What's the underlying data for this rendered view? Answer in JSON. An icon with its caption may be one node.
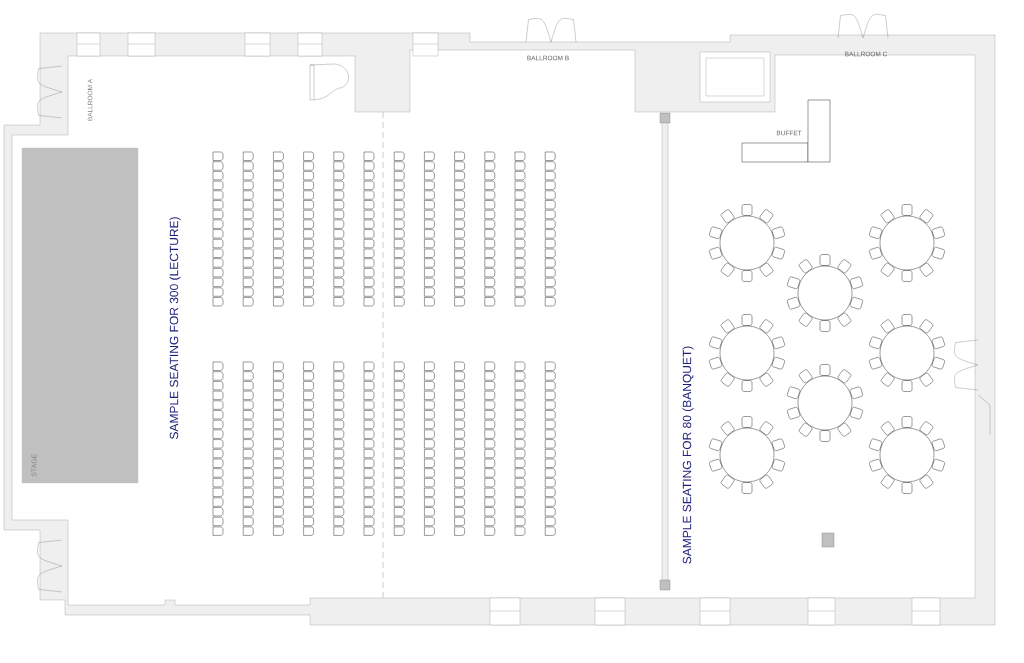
{
  "diagram": {
    "nodes": [
      {
        "text": [
          "STAGE"
        ]
      },
      {
        "text": [
          "BUFFET"
        ]
      }
    ],
    "labels": [
      "BALLROOM A",
      "BALLROOM B",
      "BALLROOM C",
      "SAMPLE SEATING FOR 300 (LECTURE)",
      "SAMPLE SEATING FOR 80 (BANQUET)"
    ]
  }
}
